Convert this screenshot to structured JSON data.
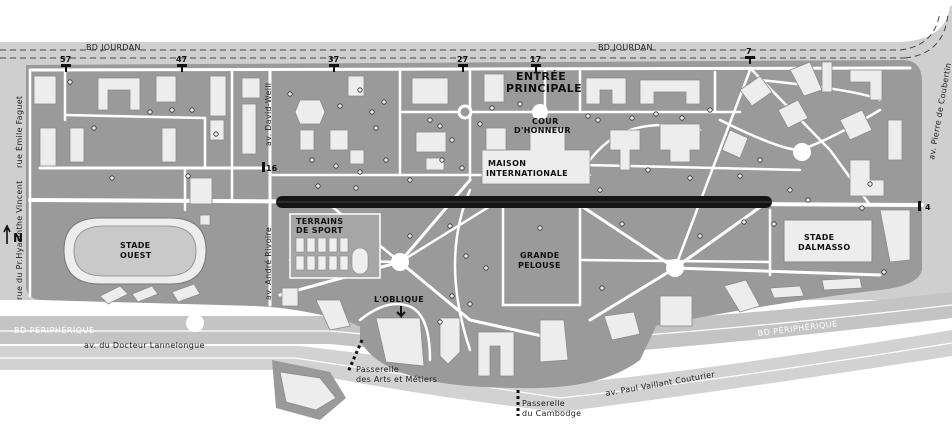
{
  "roads": {
    "bd_jourdan_left": "BD JOURDAN",
    "bd_jourdan_right": "BD JOURDAN",
    "bd_peripherique_left": "BD PÉRIPHÉRIQUE",
    "bd_peripherique_right": "BD PÉRIPHÉRIQUE",
    "av_lannelongue": "av. du Docteur Lannelongue",
    "av_paul_vaillant": "av. Paul Vaillant Couturier",
    "rue_emile_faguet": "rue Émile Faguet",
    "rue_hyacinthe": "rue du Pr.Hyacinthe Vincent",
    "av_david_weill": "av. David-Weill",
    "av_andre_rivoire": "av. André Rivoire",
    "av_pierre_coubertin": "av. Pierre de Coubertin"
  },
  "places": {
    "entree_line1": "ENTRÉE",
    "entree_line2": "PRINCIPALE",
    "cour_line1": "COUR",
    "cour_line2": "D'HONNEUR",
    "maison_line1": "MAISON",
    "maison_line2": "INTERNATIONALE",
    "terrains_line1": "TERRAINS",
    "terrains_line2": "DE SPORT",
    "stade_ouest_line1": "STADE",
    "stade_ouest_line2": "OUEST",
    "grande_line1": "GRANDE",
    "grande_line2": "PELOUSE",
    "stade_dalmasso_line1": "STADE",
    "stade_dalmasso_line2": "DALMASSO",
    "loblique": "L'OBLIQUE",
    "passerelle1_line1": "Passerelle",
    "passerelle1_line2": "des Arts et Métiers",
    "passerelle2_line1": "Passerelle",
    "passerelle2_line2": "du Cambodge"
  },
  "gates": {
    "g57": "57",
    "g47": "47",
    "g37": "37",
    "g27": "27",
    "g17": "17",
    "g7": "7",
    "g16": "16",
    "g4": "4"
  },
  "compass": {
    "label": "N",
    "icon": "north-arrow-icon"
  },
  "colors": {
    "campus": "#9a9a9a",
    "paths": "#ffffff",
    "buildings": "#ededed",
    "rail": "#151515",
    "road_band": "#c8c8c8"
  }
}
